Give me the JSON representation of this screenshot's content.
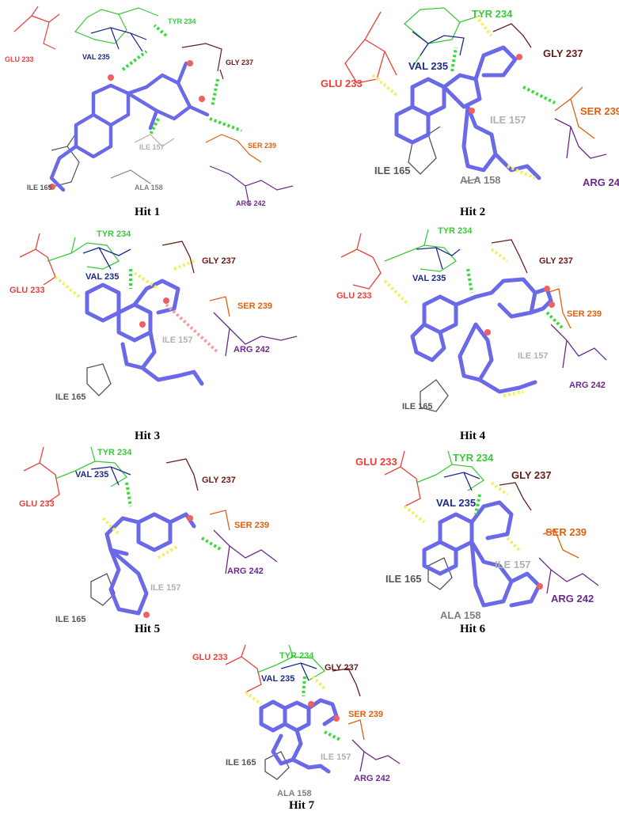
{
  "colors": {
    "glu": "#e8413a",
    "tyr": "#3cc83c",
    "val": "#1a2a8a",
    "gly": "#6b1a1a",
    "ser": "#e06010",
    "arg": "#6a2a8a",
    "ile": "#555555",
    "ile157": "#b0b0b0",
    "ala": "#808080",
    "ligand": "#6a6ae8",
    "oxygen": "#f06060",
    "hbond": "#33dd33",
    "hydrophobic": "#f0f060",
    "pipi": "#f0a0a0"
  },
  "panels": [
    {
      "label": "Hit 1",
      "residues": [
        "GLU 233",
        "TYR 234",
        "VAL 235",
        "GLY 237",
        "SER 239",
        "ARG 242",
        "ILE 157",
        "ILE 165",
        "ALA 158"
      ]
    },
    {
      "label": "Hit 2",
      "residues": [
        "GLU 233",
        "TYR 234",
        "VAL 235",
        "GLY 237",
        "SER 239",
        "ARG 24",
        "ILE 157",
        "ILE 165",
        "ALA 158"
      ]
    },
    {
      "label": "Hit 3",
      "residues": [
        "GLU 233",
        "TYR 234",
        "VAL 235",
        "GLY 237",
        "SER 239",
        "ARG 242",
        "ILE 157",
        "ILE 165"
      ]
    },
    {
      "label": "Hit 4",
      "residues": [
        "GLU 233",
        "TYR 234",
        "VAL 235",
        "GLY 237",
        "SER 239",
        "ARG 242",
        "ILE 157",
        "ILE 165"
      ]
    },
    {
      "label": "Hit 5",
      "residues": [
        "GLU 233",
        "TYR 234",
        "VAL 235",
        "GLY 237",
        "SER 239",
        "ARG 242",
        "ILE 157",
        "ILE 165"
      ]
    },
    {
      "label": "Hit 6",
      "residues": [
        "GLU 233",
        "TYR 234",
        "VAL 235",
        "GLY 237",
        "SER 239",
        "ARG 242",
        "ILE 157",
        "ILE 165",
        "ALA 158"
      ]
    },
    {
      "label": "Hit 7",
      "residues": [
        "GLU 233",
        "TYR 234",
        "VAL 235",
        "GLY 237",
        "SER 239",
        "ARG 242",
        "ILE 157",
        "ILE 165",
        "ALA 158"
      ]
    }
  ]
}
